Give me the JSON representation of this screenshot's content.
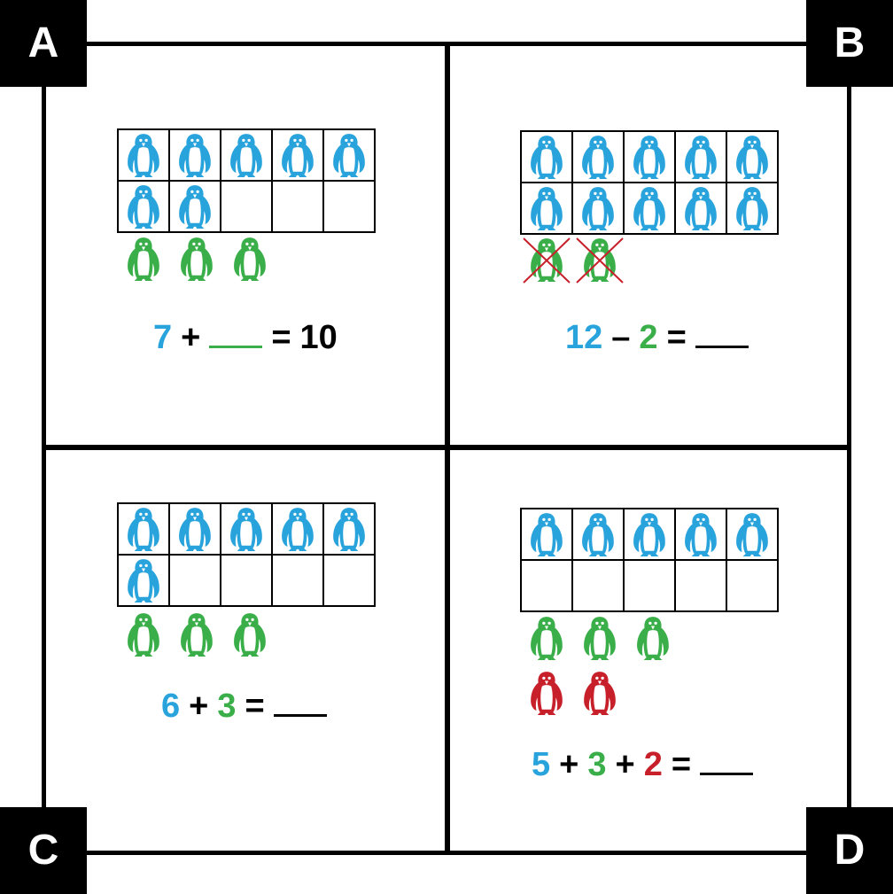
{
  "corners": {
    "a": "A",
    "b": "B",
    "c": "C",
    "d": "D"
  },
  "colors": {
    "blue": "#29a3dc",
    "green": "#3aae49",
    "red": "#c8202a"
  },
  "icon": "penguin-icon",
  "panels": {
    "a": {
      "frame_filled": 7,
      "extra_green": 3,
      "eq": {
        "first": "7",
        "plus": "+",
        "equals": "=",
        "total": "10"
      }
    },
    "b": {
      "frame_filled": 10,
      "crossed_green": 2,
      "eq": {
        "first": "12",
        "minus": "–",
        "second": "2",
        "equals": "="
      }
    },
    "c": {
      "frame_filled": 6,
      "extra_green": 3,
      "eq": {
        "first": "6",
        "plus": "+",
        "second": "3",
        "equals": "="
      }
    },
    "d": {
      "frame_filled": 5,
      "extra_green": 3,
      "extra_red": 2,
      "eq": {
        "first": "5",
        "plus1": "+",
        "second": "3",
        "plus2": "+",
        "third": "2",
        "equals": "="
      }
    }
  }
}
